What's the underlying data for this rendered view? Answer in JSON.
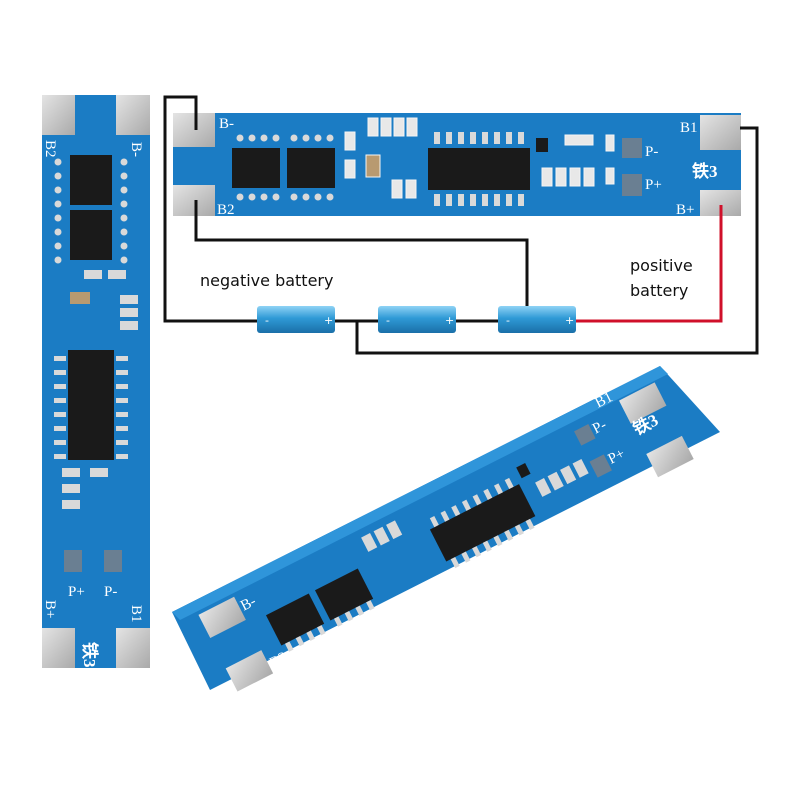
{
  "diagram": {
    "negative_label": "negative battery",
    "positive_label_line1": "positive",
    "positive_label_line2": "battery"
  },
  "top_board": {
    "b_minus": "B-",
    "b2": "B2",
    "b1": "B1",
    "b_plus": "B+",
    "p_minus": "P-",
    "p_plus": "P+",
    "model": "铁3"
  },
  "left_board": {
    "b2": "B2",
    "b_minus": "B-",
    "p_plus": "P+",
    "p_minus": "P-",
    "b_plus": "B+",
    "b1": "B1",
    "model": "铁3"
  },
  "angled_board": {
    "b1": "B1",
    "p_minus": "P-",
    "p_plus": "P+",
    "model": "铁3",
    "b_minus": "B-",
    "b2": "B2"
  },
  "battery_marks": {
    "minus": "-",
    "plus": "+"
  },
  "colors": {
    "pcb": "#1b7cc4",
    "wire_black": "#111111",
    "wire_red": "#d0102a",
    "battery": "#3aa3d8",
    "pad": "#c8c8c8"
  }
}
